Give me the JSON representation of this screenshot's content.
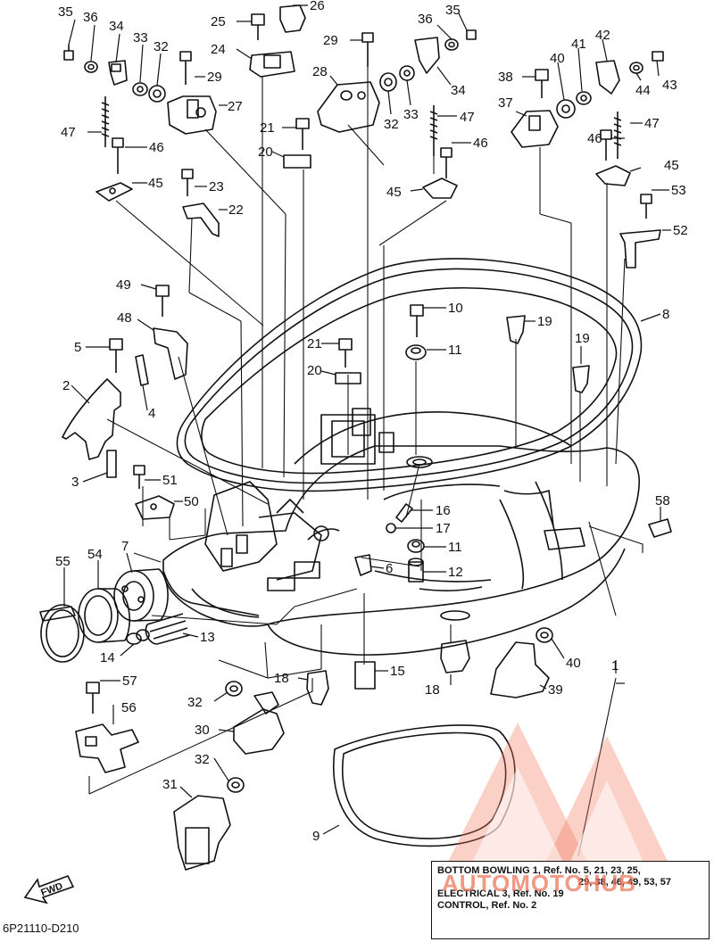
{
  "diagram": {
    "code": "6P21110-D210",
    "fwd_label": "FWD",
    "watermark_text": "AUTOMOTOHUB",
    "callouts": [
      {
        "id": "35a",
        "label": "35"
      },
      {
        "id": "36a",
        "label": "36"
      },
      {
        "id": "34a",
        "label": "34"
      },
      {
        "id": "33a",
        "label": "33"
      },
      {
        "id": "32a",
        "label": "32"
      },
      {
        "id": "29a",
        "label": "29"
      },
      {
        "id": "27",
        "label": "27"
      },
      {
        "id": "47a",
        "label": "47"
      },
      {
        "id": "46a",
        "label": "46"
      },
      {
        "id": "45a",
        "label": "45"
      },
      {
        "id": "23",
        "label": "23"
      },
      {
        "id": "22",
        "label": "22"
      },
      {
        "id": "25",
        "label": "25"
      },
      {
        "id": "26",
        "label": "26"
      },
      {
        "id": "24",
        "label": "24"
      },
      {
        "id": "29b",
        "label": "29"
      },
      {
        "id": "28",
        "label": "28"
      },
      {
        "id": "21a",
        "label": "21"
      },
      {
        "id": "20a",
        "label": "20"
      },
      {
        "id": "36b",
        "label": "36"
      },
      {
        "id": "35b",
        "label": "35"
      },
      {
        "id": "34b",
        "label": "34"
      },
      {
        "id": "33b",
        "label": "33"
      },
      {
        "id": "32b",
        "label": "32"
      },
      {
        "id": "47b",
        "label": "47"
      },
      {
        "id": "46b",
        "label": "46"
      },
      {
        "id": "45b",
        "label": "45"
      },
      {
        "id": "42",
        "label": "42"
      },
      {
        "id": "41",
        "label": "41"
      },
      {
        "id": "38",
        "label": "38"
      },
      {
        "id": "40a",
        "label": "40"
      },
      {
        "id": "44",
        "label": "44"
      },
      {
        "id": "43",
        "label": "43"
      },
      {
        "id": "37",
        "label": "37"
      },
      {
        "id": "47c",
        "label": "47"
      },
      {
        "id": "46c",
        "label": "46"
      },
      {
        "id": "45c",
        "label": "45"
      },
      {
        "id": "53",
        "label": "53"
      },
      {
        "id": "52",
        "label": "52"
      },
      {
        "id": "49",
        "label": "49"
      },
      {
        "id": "48",
        "label": "48"
      },
      {
        "id": "10",
        "label": "10"
      },
      {
        "id": "11a",
        "label": "11"
      },
      {
        "id": "19a",
        "label": "19"
      },
      {
        "id": "8",
        "label": "8"
      },
      {
        "id": "19b",
        "label": "19"
      },
      {
        "id": "5",
        "label": "5"
      },
      {
        "id": "21b",
        "label": "21"
      },
      {
        "id": "20b",
        "label": "20"
      },
      {
        "id": "2",
        "label": "2"
      },
      {
        "id": "4",
        "label": "4"
      },
      {
        "id": "3",
        "label": "3"
      },
      {
        "id": "51",
        "label": "51"
      },
      {
        "id": "50",
        "label": "50"
      },
      {
        "id": "16",
        "label": "16"
      },
      {
        "id": "17",
        "label": "17"
      },
      {
        "id": "58",
        "label": "58"
      },
      {
        "id": "11b",
        "label": "11"
      },
      {
        "id": "12",
        "label": "12"
      },
      {
        "id": "6",
        "label": "6"
      },
      {
        "id": "55",
        "label": "55"
      },
      {
        "id": "54",
        "label": "54"
      },
      {
        "id": "7",
        "label": "7"
      },
      {
        "id": "13",
        "label": "13"
      },
      {
        "id": "14",
        "label": "14"
      },
      {
        "id": "1",
        "label": "1"
      },
      {
        "id": "40b",
        "label": "40"
      },
      {
        "id": "39",
        "label": "39"
      },
      {
        "id": "18a",
        "label": "18"
      },
      {
        "id": "15",
        "label": "15"
      },
      {
        "id": "18b",
        "label": "18"
      },
      {
        "id": "57",
        "label": "57"
      },
      {
        "id": "56",
        "label": "56"
      },
      {
        "id": "32c",
        "label": "32"
      },
      {
        "id": "30",
        "label": "30"
      },
      {
        "id": "32d",
        "label": "32"
      },
      {
        "id": "31",
        "label": "31"
      },
      {
        "id": "9",
        "label": "9"
      }
    ]
  },
  "reference_box": {
    "line1a": "BOTTOM BOWLING 1, Ref. No. 5, 21, 23, 25,",
    "line1b": "29, 38, 46, 49, 53, 57",
    "line2": "ELECTRICAL 3,  Ref. No. 19",
    "line3": "CONTROL,  Ref. No. 2"
  },
  "colors": {
    "line": "#111111",
    "watermark": "#ee765a",
    "background": "#ffffff"
  }
}
